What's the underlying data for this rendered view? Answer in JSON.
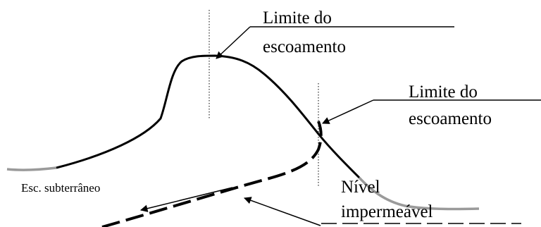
{
  "labels": {
    "limit_top_line1": "Limite do",
    "limit_top_line2": "escoamento",
    "limit_right_line1": "Limite do",
    "limit_right_line2": "escoamento",
    "groundwater": "Esc. subterrâneo",
    "impermeable_line1": "Nível",
    "impermeable_line2": "impermeável"
  },
  "colors": {
    "curve": "#000000",
    "faded_curve": "#9a9a9a",
    "guide_line": "#000000",
    "text": "#000000"
  }
}
